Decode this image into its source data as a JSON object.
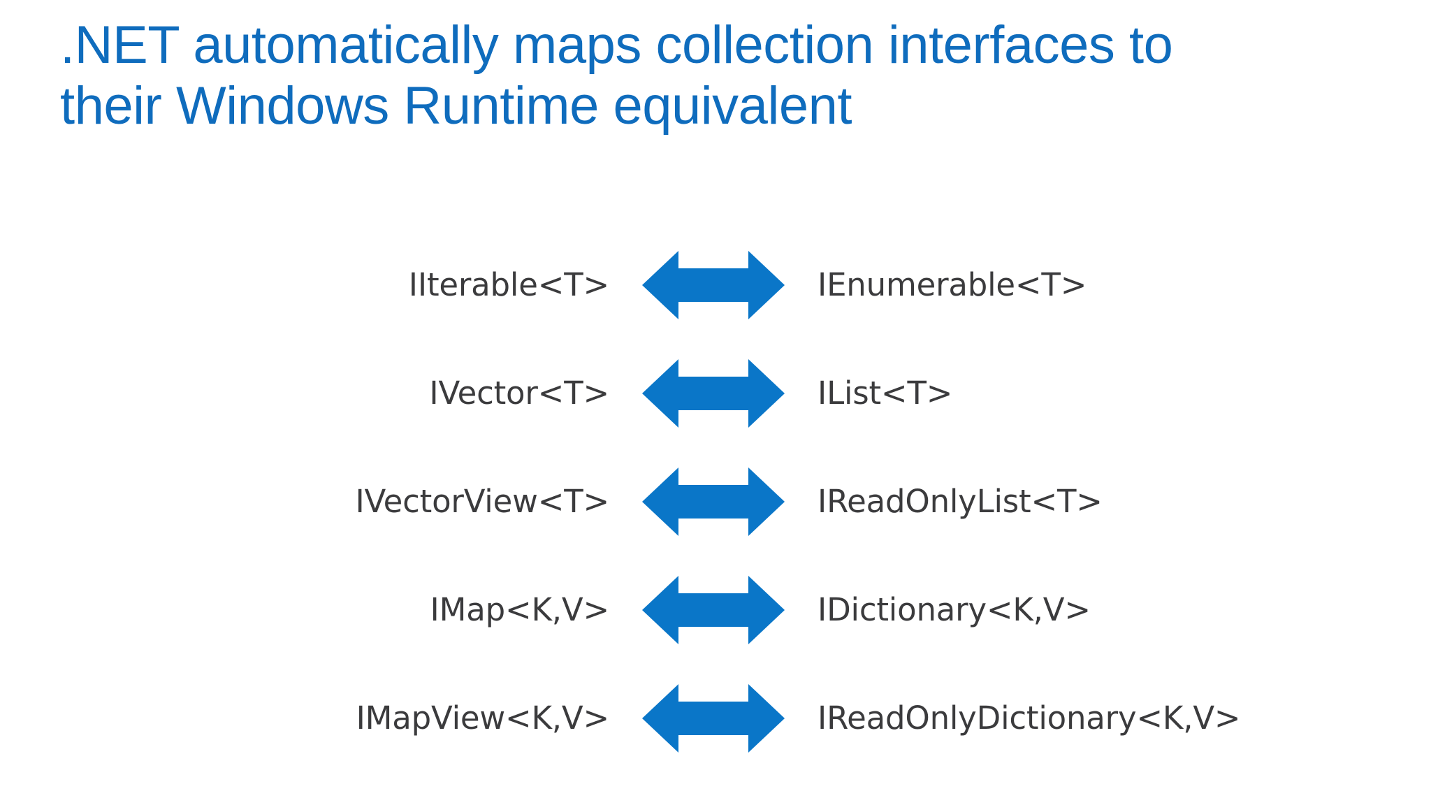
{
  "slide": {
    "background_color": "#FFFFFF",
    "title": ".NET automatically maps collection interfaces to their Windows Runtime equivalent",
    "title_color": "#0F6CBD",
    "label_color": "#3B3B3D",
    "arrow_color": "#0A76C8",
    "arrow_icon_name": "double-headed-arrow-icon"
  },
  "mappings": [
    {
      "winrt": "IIterable<T>",
      "arrow": "↔",
      "dotnet": "IEnumerable<T>"
    },
    {
      "winrt": "IVector<T>",
      "arrow": "↔",
      "dotnet": "IList<T>"
    },
    {
      "winrt": "IVectorView<T>",
      "arrow": "↔",
      "dotnet": "IReadOnlyList<T>"
    },
    {
      "winrt": "IMap<K,V>",
      "arrow": "↔",
      "dotnet": "IDictionary<K,V>"
    },
    {
      "winrt": "IMapView<K,V>",
      "arrow": "↔",
      "dotnet": "IReadOnlyDictionary<K,V>"
    }
  ]
}
